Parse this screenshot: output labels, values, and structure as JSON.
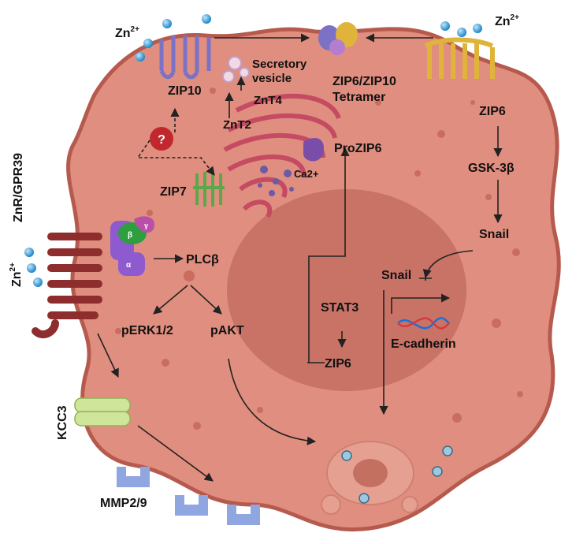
{
  "labels": {
    "zn_top_left": "Zn",
    "zn_top_left_sup": "2+",
    "zn_top_right": "Zn",
    "zn_top_right_sup": "2+",
    "zn_left": "Zn",
    "zn_left_sup": "2+",
    "secretory_line1": "Secretory",
    "secretory_line2": "vesicle",
    "zip10": "ZIP10",
    "znt4": "ZnT4",
    "znt2": "ZnT2",
    "zip6_zip10_line1": "ZIP6/ZIP10",
    "zip6_zip10_line2": "Tetramer",
    "zip6_right": "ZIP6",
    "gsk3b": "GSK-3β",
    "snail_right": "Snail",
    "prozip6": "ProZIP6",
    "ca2": "Ca2+",
    "znr_gpr39": "ZnR/GPR39",
    "zip7": "ZIP7",
    "question": "?",
    "plcb": "PLCβ",
    "snail_nucleus": "Snail",
    "perk": "pERK1/2",
    "pakt": "pAKT",
    "stat3": "STAT3",
    "zip6_nucleus": "ZIP6",
    "ecadherin": "E-cadherin",
    "kcc3": "KCC3",
    "mmp": "MMP2/9",
    "g_beta": "β",
    "g_gamma": "γ",
    "g_alpha": "α"
  },
  "colors": {
    "cell_fill": "#e08e7f",
    "cell_stroke": "#b65a4e",
    "nucleus_fill": "#c46f63",
    "zip10_color": "#7b72c6",
    "zip6_color": "#e0b43a",
    "er_color": "#c44b62",
    "zip7_color": "#5aa84a",
    "gpr39_color": "#8e2d2d",
    "kcc3_color": "#cfe59a",
    "mmp_color": "#8fa6e0",
    "zinc_ion": "#3aa0d6",
    "question_fill": "#c0282d"
  }
}
